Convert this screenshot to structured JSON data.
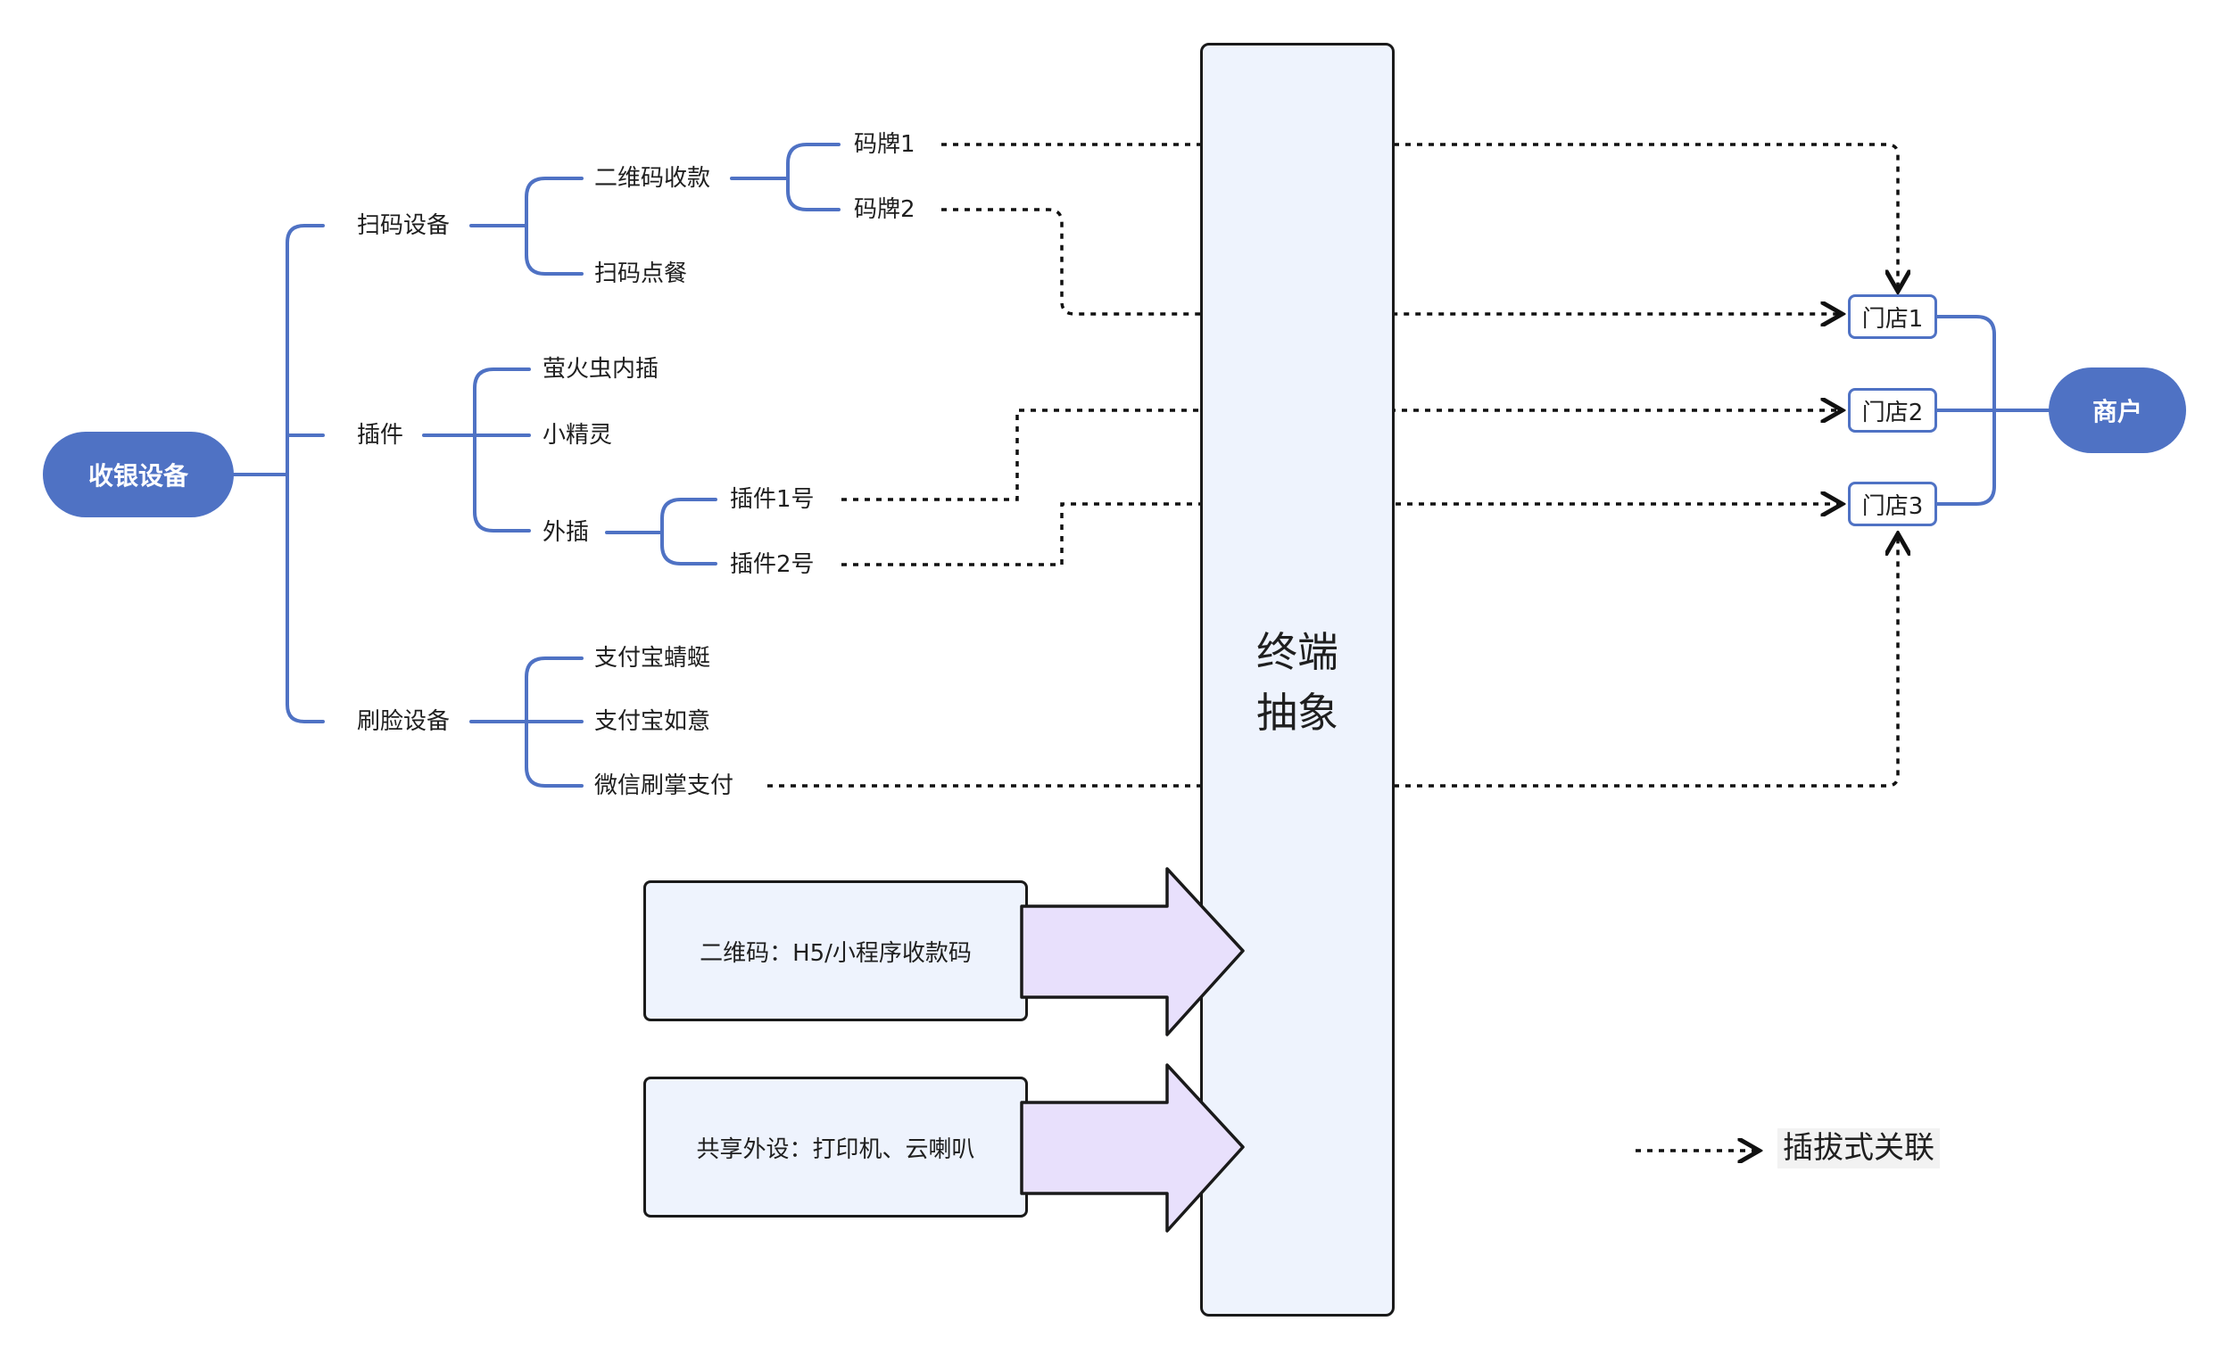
{
  "root": {
    "label": "收银设备"
  },
  "branches": {
    "scan": {
      "label": "扫码设备",
      "qr_pay": {
        "label": "二维码收款",
        "code1": "码牌1",
        "code2": "码牌2"
      },
      "scan_order": "扫码点餐"
    },
    "plugin": {
      "label": "插件",
      "firefly": "萤火虫内插",
      "sprite": "小精灵",
      "external": {
        "label": "外插",
        "p1": "插件1号",
        "p2": "插件2号"
      }
    },
    "face": {
      "label": "刷脸设备",
      "dragonfly": "支付宝蜻蜓",
      "ruyi": "支付宝如意",
      "wechat_palm": "微信刷掌支付"
    }
  },
  "terminal": {
    "line1": "终端",
    "line2": "抽象"
  },
  "inputs": {
    "qr_box": "二维码：H5/小程序收款码",
    "peripheral_box": "共享外设：打印机、云喇叭"
  },
  "stores": {
    "s1": "门店1",
    "s2": "门店2",
    "s3": "门店3"
  },
  "merchant": {
    "label": "商户"
  },
  "legend": {
    "label": "插拔式关联"
  },
  "colors": {
    "tree_line": "#4f72c4",
    "pill_fill": "#4f72c4",
    "box_fill": "#eef3fd",
    "arrow_fill": "#e8e0fc",
    "outline": "#1a1a1a"
  }
}
